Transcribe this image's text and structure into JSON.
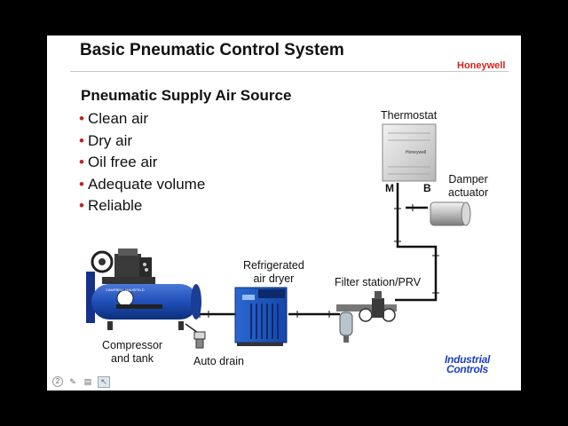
{
  "slide": {
    "title": "Basic Pneumatic Control System",
    "brand": "Honeywell",
    "heading": "Pneumatic Supply Air Source",
    "bullets": [
      "Clean air",
      "Dry air",
      "Oil free air",
      "Adequate volume",
      "Reliable"
    ]
  },
  "diagram": {
    "thermostat": "Thermostat",
    "thermostat_brand": "Honeywell",
    "port_m": "M",
    "port_b": "B",
    "damper_line1": "Damper",
    "damper_line2": "actuator",
    "dryer_line1": "Refrigerated",
    "dryer_line2": "air dryer",
    "filter": "Filter station/PRV",
    "compressor_line1": "Compressor",
    "compressor_line2": "and tank",
    "drain": "Auto drain",
    "compressor_brand": "CAMPBELL HAUSFELD"
  },
  "logo": {
    "line1": "Industrial",
    "line2": "Controls"
  },
  "controls": {
    "page": "2"
  }
}
